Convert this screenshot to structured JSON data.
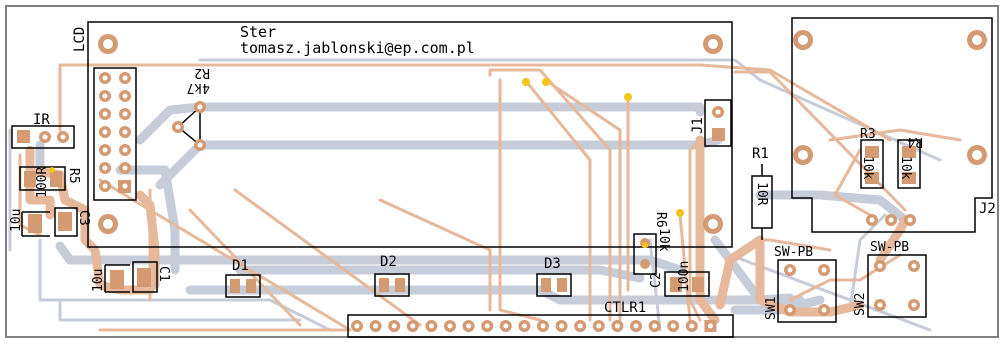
{
  "title": {
    "name": "Ster",
    "email": "tomasz.jablonski@ep.com.pl"
  },
  "labels": {
    "lcd": "LCD",
    "ir": "IR",
    "r5_value": "100R",
    "r5_ref": "R5",
    "c3_value": "10u",
    "c3_ref": "C3",
    "c1_value": "10u",
    "c1_ref": "C1",
    "r2_ref": "R2",
    "r2_value": "4k7",
    "d1": "D1",
    "d2": "D2",
    "d3": "D3",
    "ctlr": "CTLR1",
    "r6_ref": "R6",
    "r6_value": "10k",
    "c2_ref": "C2",
    "c2_value": "100n",
    "j1": "J1",
    "r1_ref": "R1",
    "r1_value": "10R",
    "r3_ref": "R3",
    "r3_value": "10k",
    "r4_ref": "R4",
    "r4_value": "10k",
    "j2": "J2",
    "sw1_title": "SW-PB",
    "sw1_ref": "SW1",
    "sw2_title": "SW-PB",
    "sw2_ref": "SW2"
  },
  "colors": {
    "board": "#ffffff",
    "outline": "#808080",
    "silk": "#000000",
    "trace_top": "#e6b89c",
    "trace_bottom": "#c7ccd9",
    "pad": "#d49a72",
    "pad_hole": "#ffffff",
    "via": "#f5c518"
  }
}
